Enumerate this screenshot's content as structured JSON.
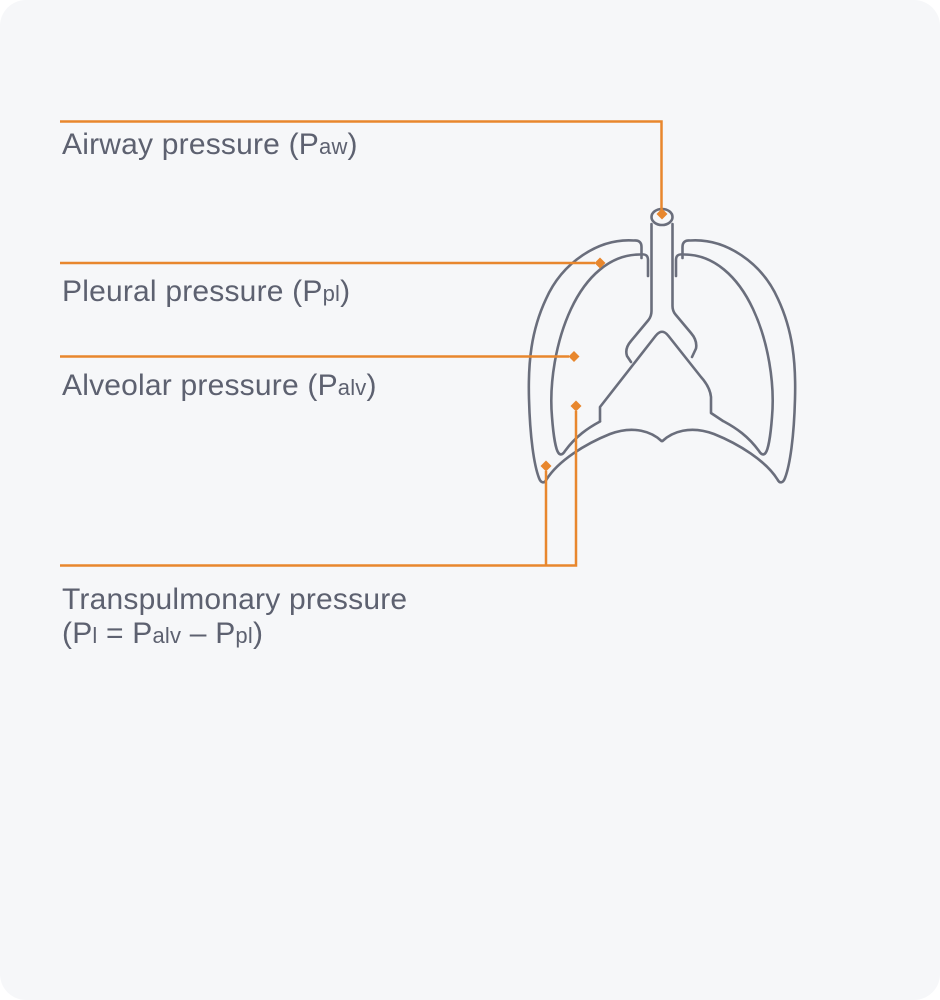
{
  "page": {
    "background": "#ffffff",
    "card_background": "#f6f7f9"
  },
  "colors": {
    "accent_orange": "#e8872e",
    "lung_outline_gray": "#6a6e7c",
    "label_text_gray": "#5d6170"
  },
  "diagram": {
    "subject": "lung-pressure-anatomy-diagram",
    "marker_shape": "diamond"
  },
  "labels": {
    "airway": {
      "prefix": "Airway pressure (P",
      "sub": "aw",
      "suffix": ")"
    },
    "pleural": {
      "prefix": "Pleural pressure (P",
      "sub": "pl",
      "suffix": ")"
    },
    "alveolar": {
      "prefix": "Alveolar pressure (P",
      "sub": "alv",
      "suffix": ")"
    },
    "transpulmonary": {
      "line1": "Transpulmonary pressure",
      "f0": "(P",
      "s0": "l",
      "f1": " = P",
      "s1": "alv",
      "f2": " – P",
      "s2": "pl",
      "f3": ")"
    }
  }
}
